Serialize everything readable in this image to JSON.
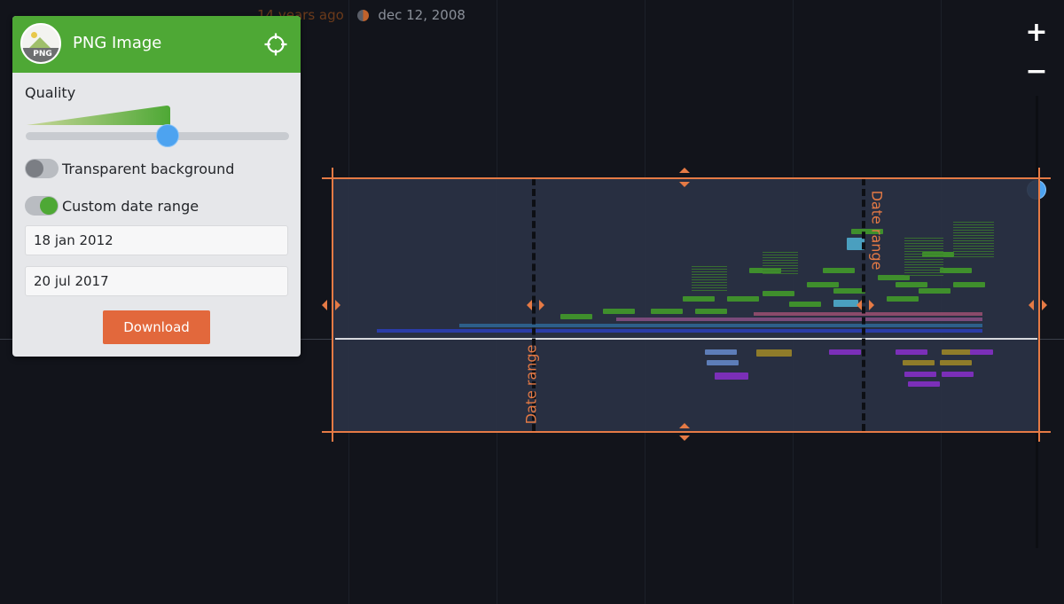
{
  "header": {
    "relative_time": "14 years ago",
    "date": "dec 12, 2008"
  },
  "zoom": {
    "in_label": "+",
    "out_label": "−"
  },
  "panel": {
    "badge_text": "PNG",
    "title": "PNG Image",
    "quality_label": "Quality",
    "quality_value": 0.54,
    "transparent_label": "Transparent background",
    "transparent_on": false,
    "custom_range_label": "Custom date range",
    "custom_range_on": true,
    "start_date": "18 jan 2012",
    "end_date": "20 jul 2017",
    "download_label": "Download"
  },
  "selection": {
    "range_label_left": "Date range",
    "range_label_right": "Date range"
  },
  "colors": {
    "accent": "#e57a45",
    "header_green": "#4ea835",
    "slider_blue": "#4da3f0",
    "download": "#e2683c",
    "background": "#12141b"
  },
  "icons": {
    "header_badge": "png-image-icon",
    "locate": "crosshair-target-icon",
    "zoom_in": "plus-icon",
    "zoom_out": "minus-icon"
  }
}
